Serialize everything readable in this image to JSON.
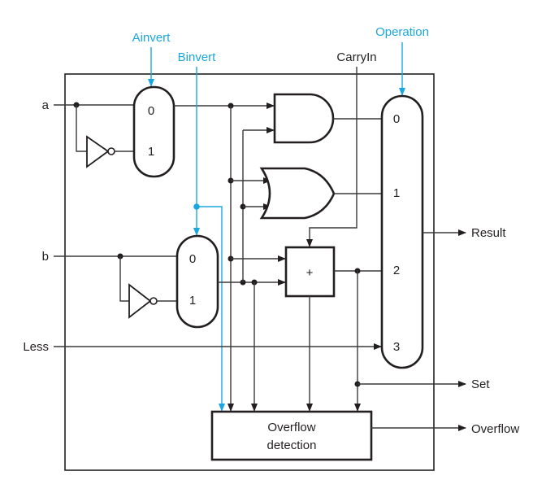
{
  "diagram": {
    "title": "1-bit ALU with invert, less, set and overflow detection",
    "control_signals": {
      "ainvert": "Ainvert",
      "binvert": "Binvert",
      "carryin": "CarryIn",
      "operation": "Operation"
    },
    "inputs": {
      "a": "a",
      "b": "b",
      "less": "Less"
    },
    "outputs": {
      "result": "Result",
      "set": "Set",
      "overflow": "Overflow"
    },
    "mux_a": {
      "inputs": [
        "0",
        "1"
      ]
    },
    "mux_b": {
      "inputs": [
        "0",
        "1"
      ]
    },
    "result_mux": {
      "inputs": [
        "0",
        "1",
        "2",
        "3"
      ]
    },
    "adder": {
      "symbol": "+"
    },
    "overflow_block": {
      "line1": "Overflow",
      "line2": "detection"
    },
    "colors": {
      "control": "#1aa7e0",
      "wire": "#3a3a3a",
      "outline": "#231f20"
    }
  }
}
